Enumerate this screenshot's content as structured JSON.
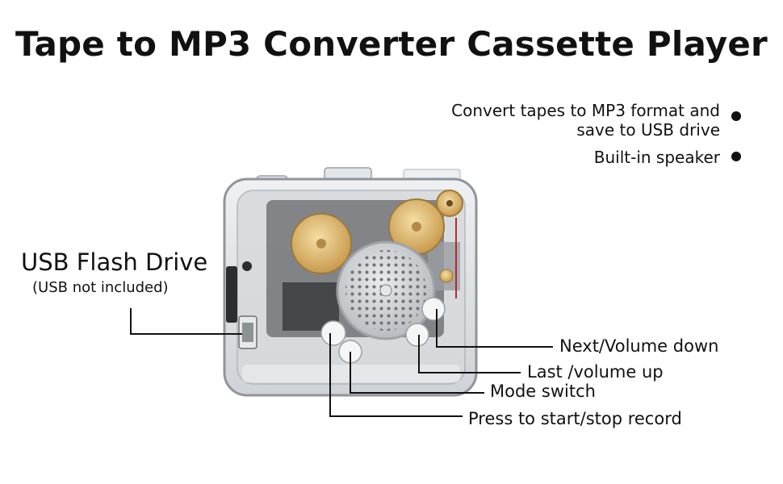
{
  "title": "Tape to MP3 Converter Cassette Player",
  "features": [
    {
      "line1": "Convert tapes to MP3 format and",
      "line2": "save to USB drive"
    },
    {
      "line1": "Built-in speaker",
      "line2": ""
    }
  ],
  "usb": {
    "label": "USB Flash Drive",
    "note": "(USB not included)"
  },
  "callouts": {
    "next": "Next/Volume down",
    "last": "Last /volume up",
    "mode": "Mode switch",
    "record": "Press to start/stop record"
  },
  "colors": {
    "text": "#111111",
    "gear": "#d9b26a",
    "body": "#c9ccd0"
  }
}
